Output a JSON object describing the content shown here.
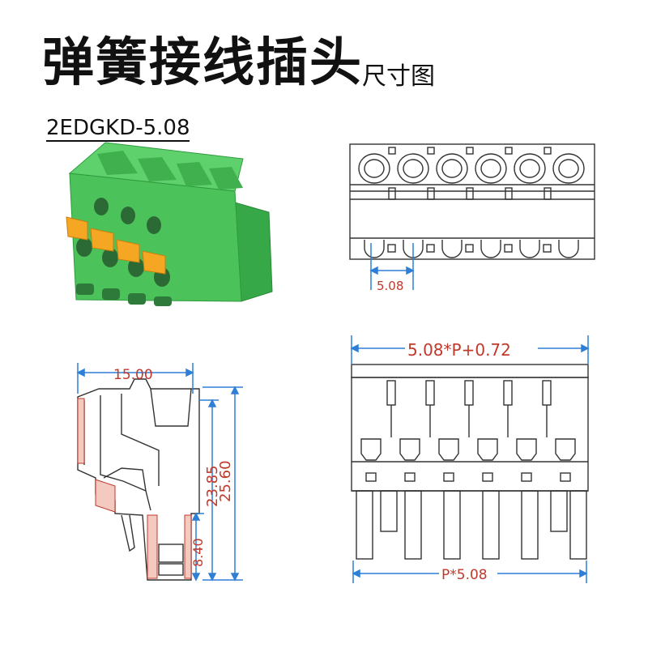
{
  "title": {
    "main": "弹簧接线插头",
    "sub": "尺寸图"
  },
  "model": "2EDGKD-5.08",
  "dimensions": {
    "pitch": "5.08",
    "total_width": "5.08*P+0.72",
    "bottom_width": "P*5.08",
    "depth": "15.00",
    "height_total": "25.60",
    "height_inner": "23.85",
    "height_lower": "8.40"
  },
  "colors": {
    "body_green": "#4cc35a",
    "body_green_dark": "#2e9a3c",
    "lever_orange": "#f5a623",
    "dim_blue": "#2e7fd6",
    "dim_text_red": "#c0392b",
    "line": "#333333"
  }
}
